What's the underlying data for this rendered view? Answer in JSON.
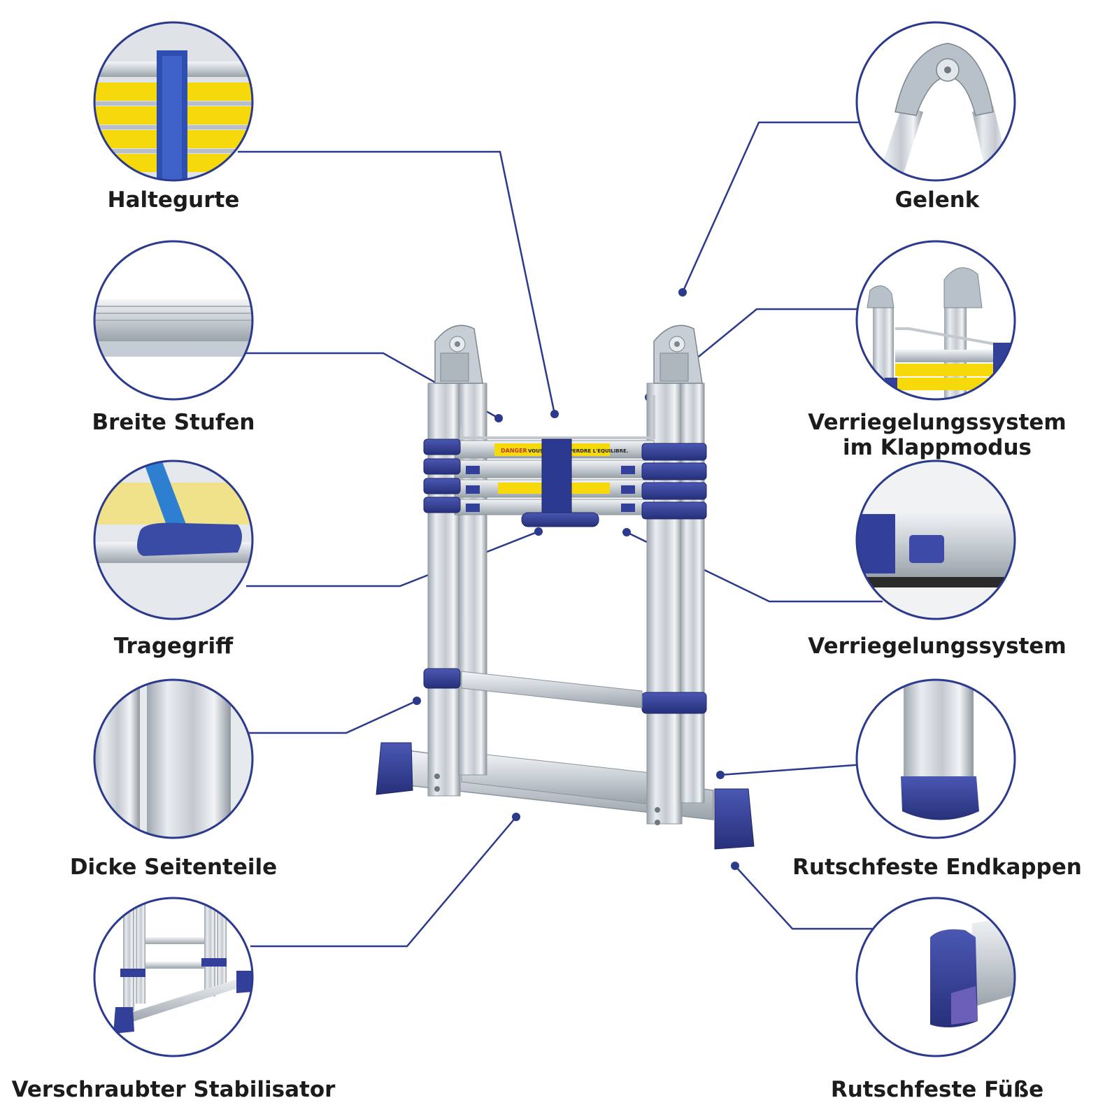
{
  "colors": {
    "accent": "#2b3a8c",
    "plastic": "#33409a",
    "aluminium": "#d4d9de",
    "warning_label": "#f5d90a"
  },
  "features": [
    {
      "id": "haltegurte",
      "label": "Haltegurte",
      "icon": "strap-icon"
    },
    {
      "id": "breite-stufen",
      "label": "Breite Stufen",
      "icon": "step-icon"
    },
    {
      "id": "tragegriff",
      "label": "Tragegriff",
      "icon": "handle-icon"
    },
    {
      "id": "dicke-seitenteile",
      "label": "Dicke Seitenteile",
      "icon": "side-rail-icon"
    },
    {
      "id": "verschraubter-stabilisator",
      "label": "Verschraubter Stabilisator",
      "icon": "stabilizer-icon"
    },
    {
      "id": "gelenk",
      "label": "Gelenk",
      "icon": "hinge-icon"
    },
    {
      "id": "verriegelung-klappmodus",
      "label_line1": "Verriegelungssystem",
      "label_line2": "im Klappmodus",
      "icon": "fold-lock-icon"
    },
    {
      "id": "verriegelungssystem",
      "label": "Verriegelungssystem",
      "icon": "lock-icon"
    },
    {
      "id": "endkappen",
      "label": "Rutschfeste Endkappen",
      "icon": "end-cap-icon"
    },
    {
      "id": "fuesse",
      "label": "Rutschfeste Füße",
      "icon": "foot-icon"
    }
  ],
  "ladder": {
    "warning_text_1": "DANGER",
    "warning_text_2": "VOUS POUVEZ PERDRE L'EQUILIBRE."
  }
}
